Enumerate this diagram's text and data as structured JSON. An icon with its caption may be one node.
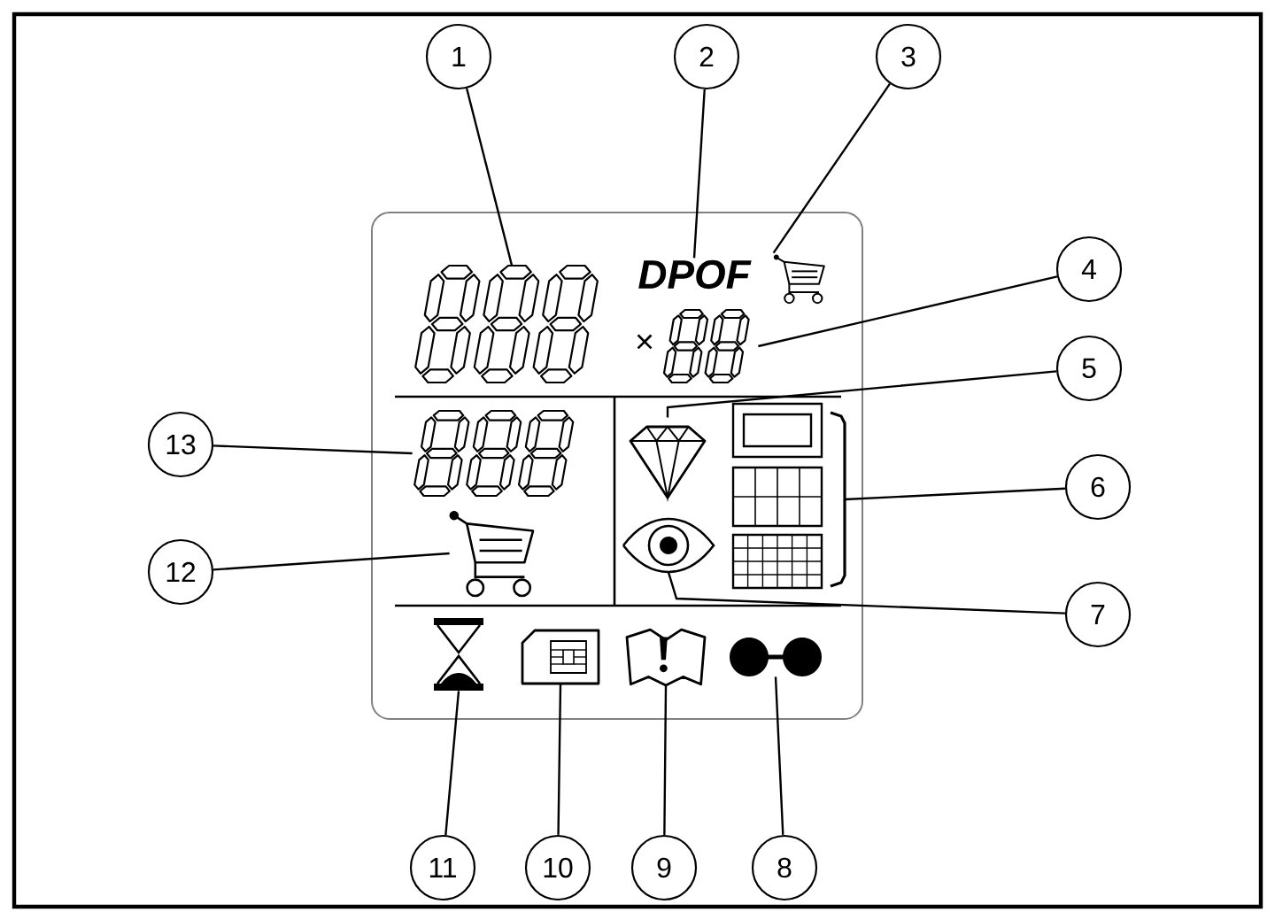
{
  "diagram": {
    "nodes": [
      {
        "text": [
          "1"
        ]
      },
      {
        "text": [
          "2"
        ]
      },
      {
        "text": [
          "3"
        ]
      },
      {
        "text": [
          "4"
        ]
      },
      {
        "text": [
          "5"
        ]
      },
      {
        "text": [
          "6"
        ]
      },
      {
        "text": [
          "7"
        ]
      },
      {
        "text": [
          "8"
        ]
      },
      {
        "text": [
          "9"
        ]
      },
      {
        "text": [
          "10"
        ]
      },
      {
        "text": [
          "11"
        ]
      },
      {
        "text": [
          "12"
        ]
      },
      {
        "text": [
          "13"
        ]
      },
      {
        "text": [],
        "shape": "digits"
      },
      {
        "text": [
          "DPOF"
        ]
      },
      {
        "text": [],
        "shape": "cart"
      },
      {
        "text": [],
        "shape": "digits"
      },
      {
        "text": [],
        "shape": "diamond"
      },
      {
        "text": [],
        "shape": "eye"
      },
      {
        "text": [],
        "shape": "dots"
      },
      {
        "text": [],
        "shape": "book"
      },
      {
        "text": [],
        "shape": "card"
      },
      {
        "text": [],
        "shape": "hourglass"
      },
      {
        "text": [],
        "shape": "cart"
      },
      {
        "text": [],
        "shape": "digits"
      },
      {
        "text": [],
        "shape": "bracket"
      }
    ],
    "edges": [
      {
        "from": 0,
        "to": 13,
        "arrow": "none"
      },
      {
        "from": 1,
        "to": 14,
        "arrow": "none"
      },
      {
        "from": 2,
        "to": 15,
        "arrow": "none"
      },
      {
        "from": 3,
        "to": 16,
        "arrow": "none"
      },
      {
        "from": 4,
        "to": 17,
        "arrow": "none"
      },
      {
        "from": 5,
        "to": 25,
        "arrow": "none"
      },
      {
        "from": 6,
        "to": 18,
        "arrow": "none"
      },
      {
        "from": 7,
        "to": 19,
        "arrow": "none"
      },
      {
        "from": 8,
        "to": 20,
        "arrow": "none"
      },
      {
        "from": 9,
        "to": 21,
        "arrow": "none"
      },
      {
        "from": 10,
        "to": 22,
        "arrow": "none"
      },
      {
        "from": 11,
        "to": 23,
        "arrow": "none"
      },
      {
        "from": 12,
        "to": 24,
        "arrow": "none"
      }
    ],
    "labels": [
      "×"
    ]
  }
}
